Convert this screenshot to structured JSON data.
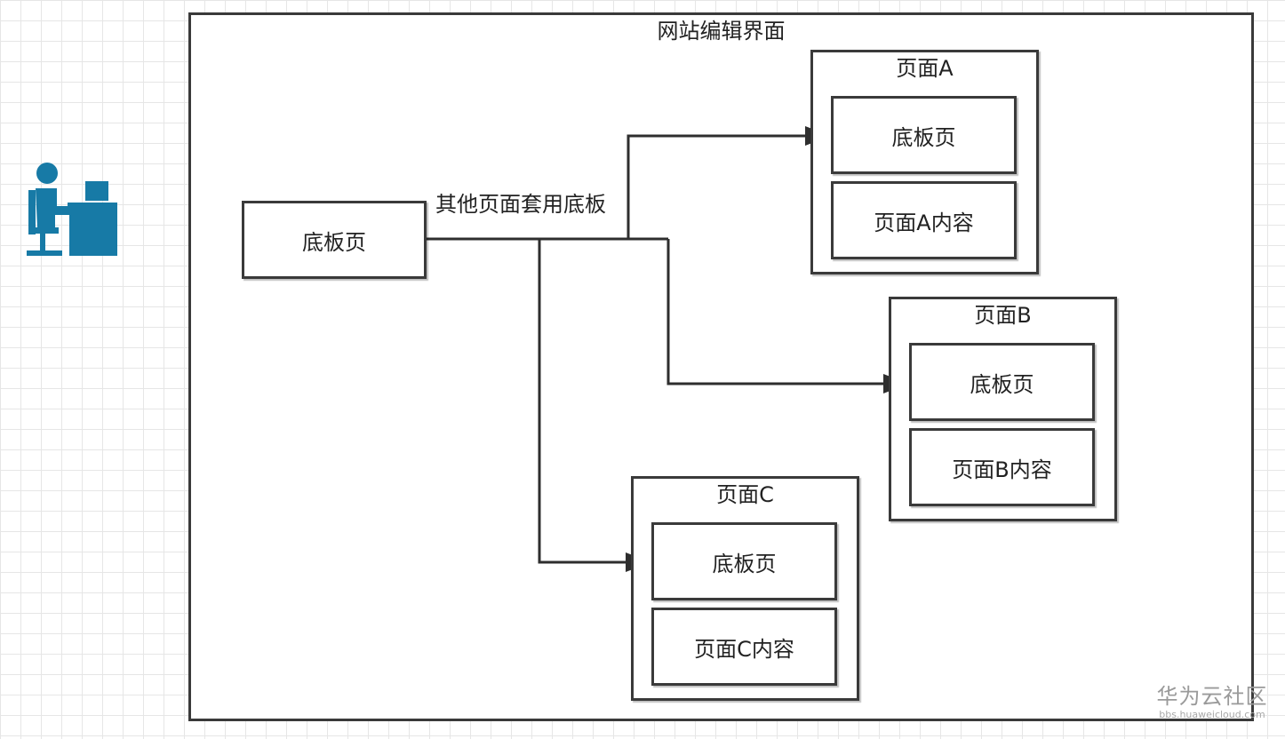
{
  "editor": {
    "title": "网站编辑界面"
  },
  "master": {
    "label": "底板页"
  },
  "edge_label": "其他页面套用底板",
  "pages": [
    {
      "title": "页面A",
      "template_label": "底板页",
      "content_label": "页面A内容"
    },
    {
      "title": "页面B",
      "template_label": "底板页",
      "content_label": "页面B内容"
    },
    {
      "title": "页面C",
      "template_label": "底板页",
      "content_label": "页面C内容"
    }
  ],
  "watermark": {
    "main": "华为云社区",
    "sub": "bbs.huaweicloud.com"
  },
  "icons": {
    "user": "user-at-computer-icon"
  },
  "colors": {
    "icon": "#177aa6",
    "stroke": "#3a3a3a",
    "grid": "#e6e6e6"
  }
}
